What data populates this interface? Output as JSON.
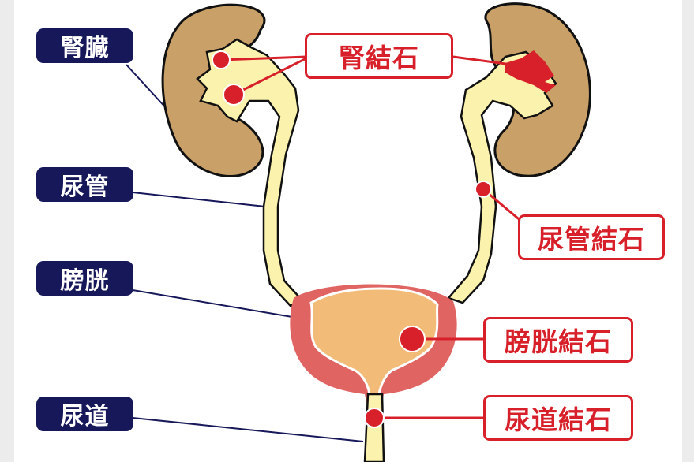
{
  "anatomy_labels": {
    "kidney": "腎臓",
    "ureter": "尿管",
    "bladder": "膀胱",
    "urethra": "尿道"
  },
  "stone_labels": {
    "kidney_stone": "腎結石",
    "ureter_stone": "尿管結石",
    "bladder_stone": "膀胱結石",
    "urethra_stone": "尿道結石"
  },
  "colors": {
    "kidney": "#c9a068",
    "tube": "#fbf3ad",
    "bladder_wall": "#e06461",
    "bladder_inner": "#f2bb77",
    "stone": "#d8202a",
    "label_dark": "#17185a"
  }
}
